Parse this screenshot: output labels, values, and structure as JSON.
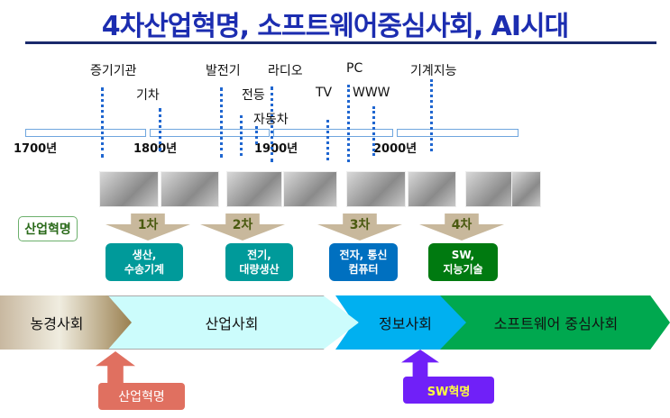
{
  "title": "4차산업혁명, 소프트웨어중심사회, AI시대",
  "timeline": {
    "years": [
      "1700년",
      "1800년",
      "1900년",
      "2000년"
    ],
    "events": [
      "증기기관",
      "기차",
      "발전기",
      "전등",
      "자동차",
      "라디오",
      "TV",
      "PC",
      "WWW",
      "기계지능"
    ]
  },
  "revolution_label": "산업혁명",
  "revolutions": [
    {
      "label": "1차",
      "desc1": "생산,",
      "desc2": "수송기계",
      "color": "#009a9a"
    },
    {
      "label": "2차",
      "desc1": "전기,",
      "desc2": "대량생산",
      "color": "#009a9a"
    },
    {
      "label": "3차",
      "desc1": "전자, 통신",
      "desc2": "컴퓨터",
      "color": "#0070c0"
    },
    {
      "label": "4차",
      "desc1": "SW,",
      "desc2": "지능기술",
      "color": "#007a10"
    }
  ],
  "societies": [
    "농경사회",
    "산업사회",
    "정보사회",
    "소프트웨어 중심사회"
  ],
  "markers": {
    "industrial": "산업혁명",
    "sw": "SW혁명"
  }
}
